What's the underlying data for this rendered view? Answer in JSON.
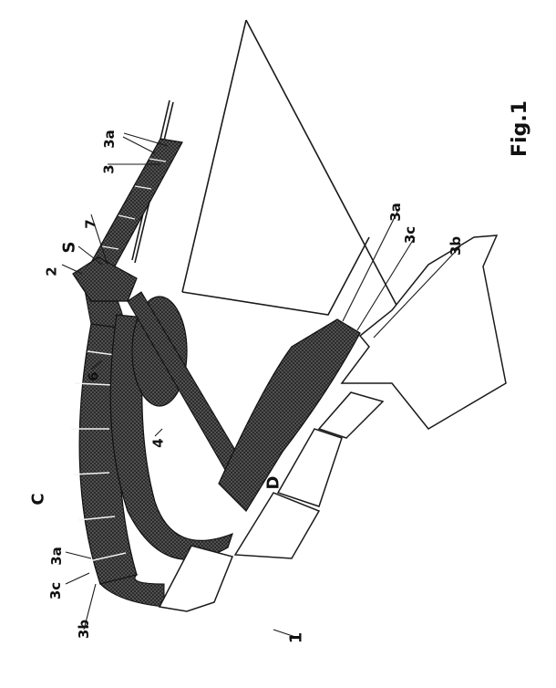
{
  "figure": {
    "caption": "Fig.1",
    "labels": {
      "l_1": "1",
      "l_3b_lower": "3b",
      "l_3c_lower": "3c",
      "l_3a_lower": "3a",
      "l_C": "C",
      "l_4": "4",
      "l_6": "6",
      "l_D": "D",
      "l_2": "2",
      "l_S": "S",
      "l_7": "7",
      "l_3": "3",
      "l_3a_upper": "3a",
      "l_3a_right": "3a",
      "l_3c_right": "3c",
      "l_3b_right": "3b"
    }
  },
  "colors": {
    "ink": "#1a1a1a",
    "fill_dark": "#4a4a4a",
    "fill_mid": "#6b6b6b",
    "paper": "#ffffff"
  }
}
